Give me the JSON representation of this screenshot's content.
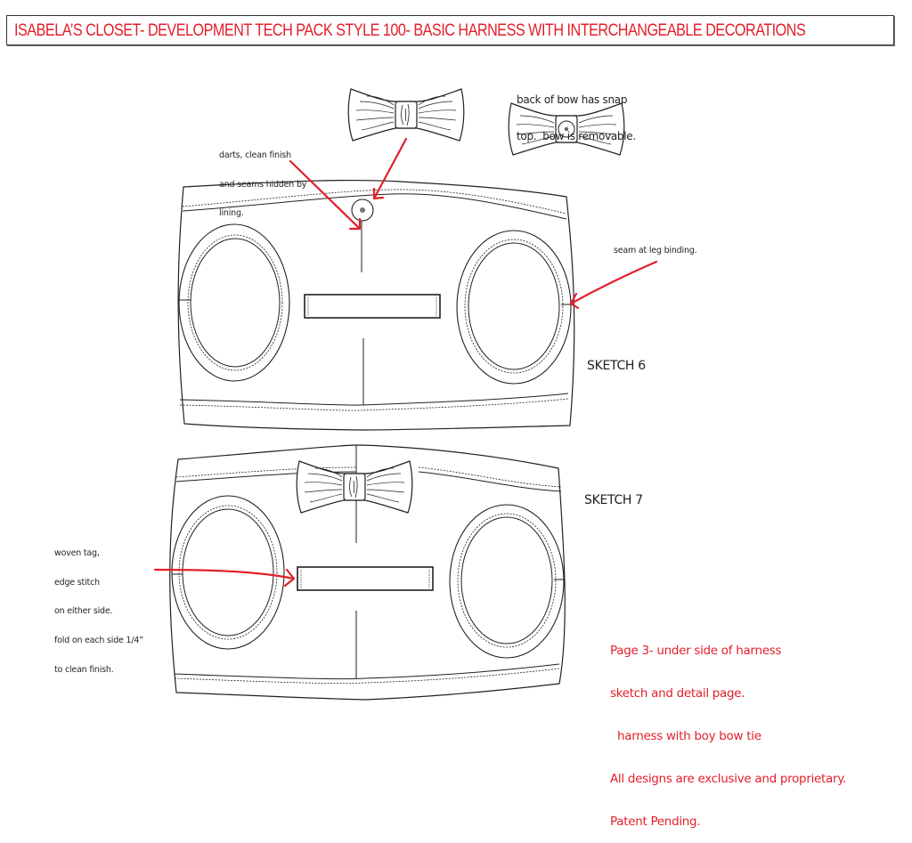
{
  "header": {
    "title": "ISABELA’S CLOSET- DEVELOPMENT TECH PACK  STYLE 100- BASIC HARNESS WITH INTERCHANGEABLE DECORATIONS"
  },
  "annotations": {
    "bow_back_note": [
      "back of bow has snap",
      "top.  bow is removable."
    ],
    "darts_note": [
      "darts, clean finish",
      "and seams hidden by",
      "lining."
    ],
    "leg_binding_note": "seam at leg binding.",
    "woven_tag_note": [
      "woven tag,",
      "edge stitch",
      "on either side.",
      "fold on each side 1/4”",
      "to clean finish."
    ]
  },
  "sketches": [
    {
      "label": "SKETCH 6"
    },
    {
      "label": "SKETCH 7"
    }
  ],
  "footer": {
    "lines": [
      "Page 3- under side of harness",
      "sketch and detail page.",
      "  harness with boy bow tie",
      "All designs are exclusive and proprietary.",
      "Patent Pending."
    ]
  },
  "colors": {
    "accent_red": "#e21f2b",
    "line": "#231f20"
  }
}
